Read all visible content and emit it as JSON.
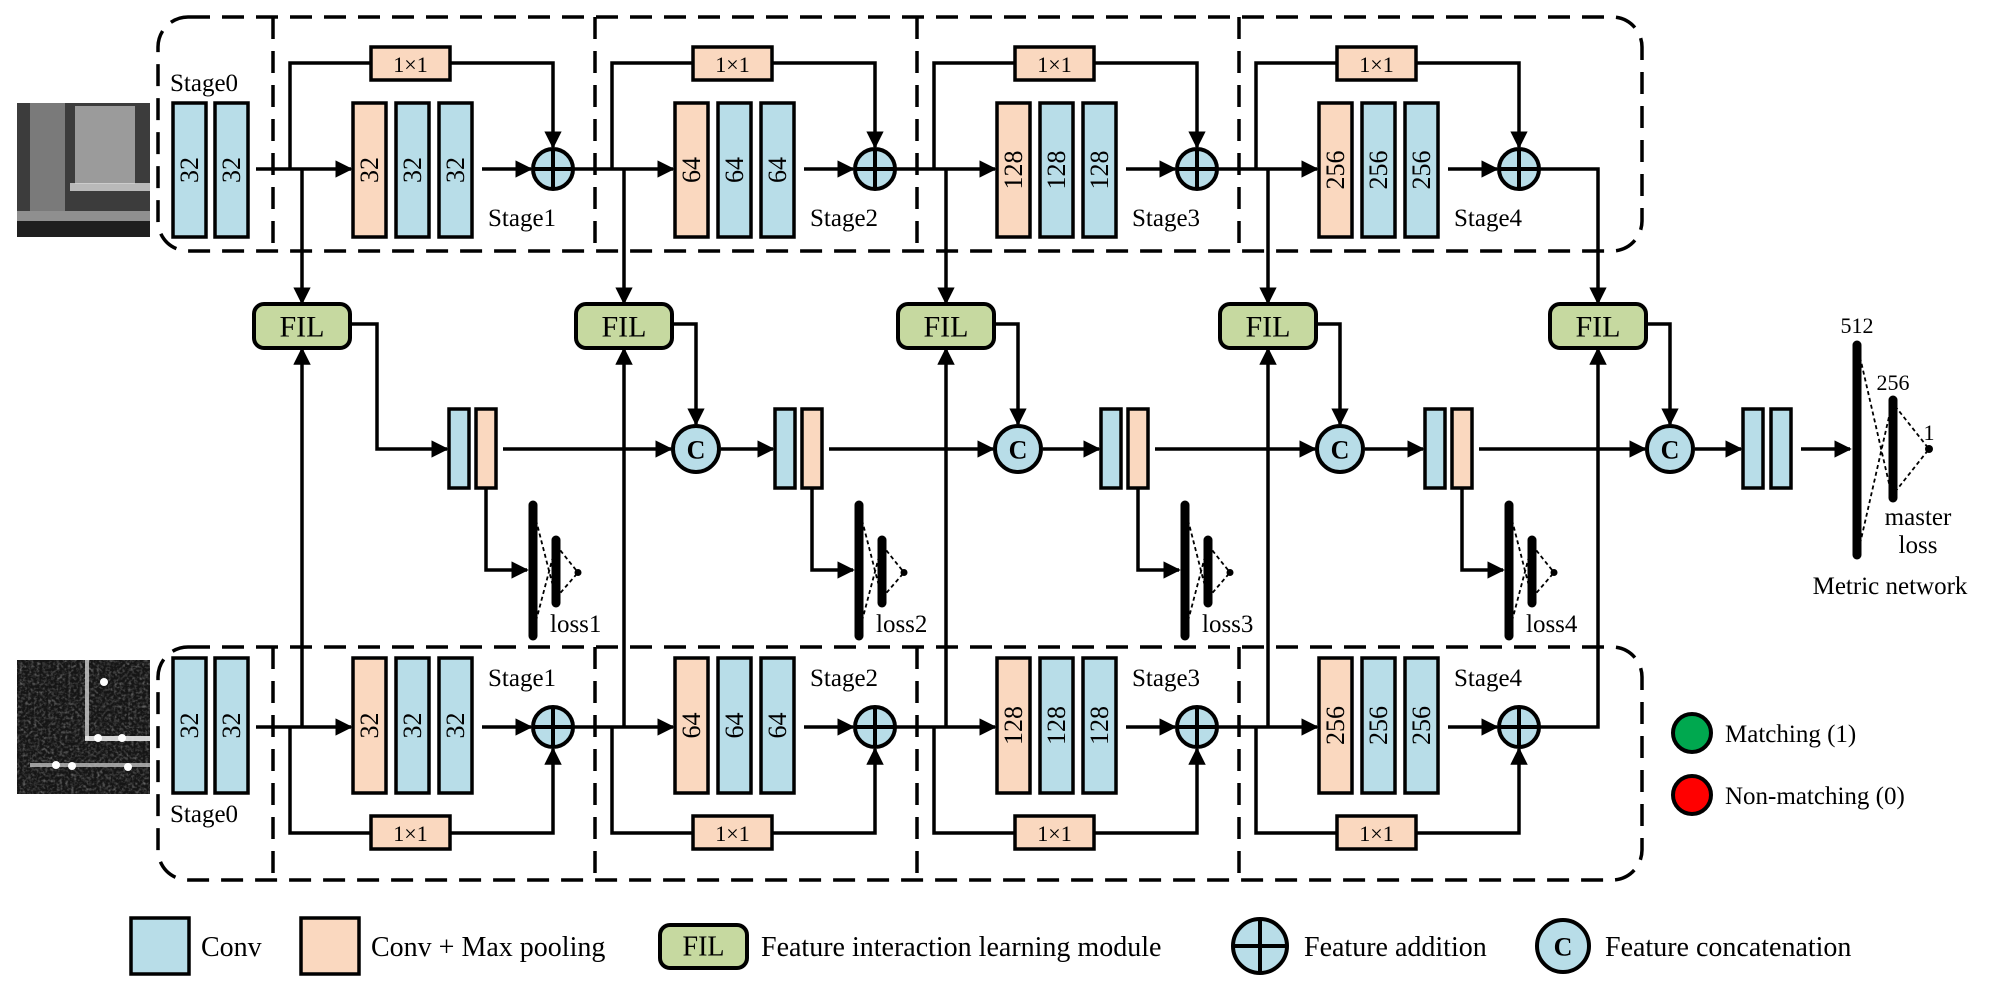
{
  "colors": {
    "conv": "#b8dde8",
    "conv_pool": "#fad8bf",
    "fil": "#c6d9a0",
    "panel": "#eaf0df",
    "matching": "#00a84f",
    "non_matching": "#ff0000"
  },
  "inputs": {
    "top_image": "optical-image-patch",
    "bottom_image": "sar-image-patch"
  },
  "branches": [
    {
      "id": "top",
      "stage0": {
        "label": "Stage0",
        "blocks": [
          "32",
          "32"
        ]
      },
      "stages": [
        {
          "label": "Stage1",
          "shortcut": "1×1",
          "blocks": [
            "32",
            "32",
            "32"
          ]
        },
        {
          "label": "Stage2",
          "shortcut": "1×1",
          "blocks": [
            "64",
            "64",
            "64"
          ]
        },
        {
          "label": "Stage3",
          "shortcut": "1×1",
          "blocks": [
            "128",
            "128",
            "128"
          ]
        },
        {
          "label": "Stage4",
          "shortcut": "1×1",
          "blocks": [
            "256",
            "256",
            "256"
          ]
        }
      ]
    },
    {
      "id": "bottom",
      "stage0": {
        "label": "Stage0",
        "blocks": [
          "32",
          "32"
        ]
      },
      "stages": [
        {
          "label": "Stage1",
          "shortcut": "1×1",
          "blocks": [
            "32",
            "32",
            "32"
          ]
        },
        {
          "label": "Stage2",
          "shortcut": "1×1",
          "blocks": [
            "64",
            "64",
            "64"
          ]
        },
        {
          "label": "Stage3",
          "shortcut": "1×1",
          "blocks": [
            "128",
            "128",
            "128"
          ]
        },
        {
          "label": "Stage4",
          "shortcut": "1×1",
          "blocks": [
            "256",
            "256",
            "256"
          ]
        }
      ]
    }
  ],
  "fil_modules": [
    "FIL",
    "FIL",
    "FIL",
    "FIL",
    "FIL"
  ],
  "concat_symbol": "C",
  "aux_losses": [
    "loss1",
    "loss2",
    "loss3",
    "loss4"
  ],
  "metric_network": {
    "title": "Metric network",
    "layers": [
      "512",
      "256",
      "1"
    ],
    "loss_label_line1": "master",
    "loss_label_line2": "loss"
  },
  "output_legend": [
    {
      "label": "Matching (1)",
      "color": "#00a84f"
    },
    {
      "label": "Non-matching (0)",
      "color": "#ff0000"
    }
  ],
  "legend": [
    {
      "type": "conv",
      "label": "Conv"
    },
    {
      "type": "conv_pool",
      "label": "Conv + Max pooling"
    },
    {
      "type": "fil",
      "symbol": "FIL",
      "label": "Feature interaction learning module"
    },
    {
      "type": "add",
      "label": "Feature addition"
    },
    {
      "type": "concat",
      "symbol": "C",
      "label": "Feature concatenation"
    }
  ]
}
